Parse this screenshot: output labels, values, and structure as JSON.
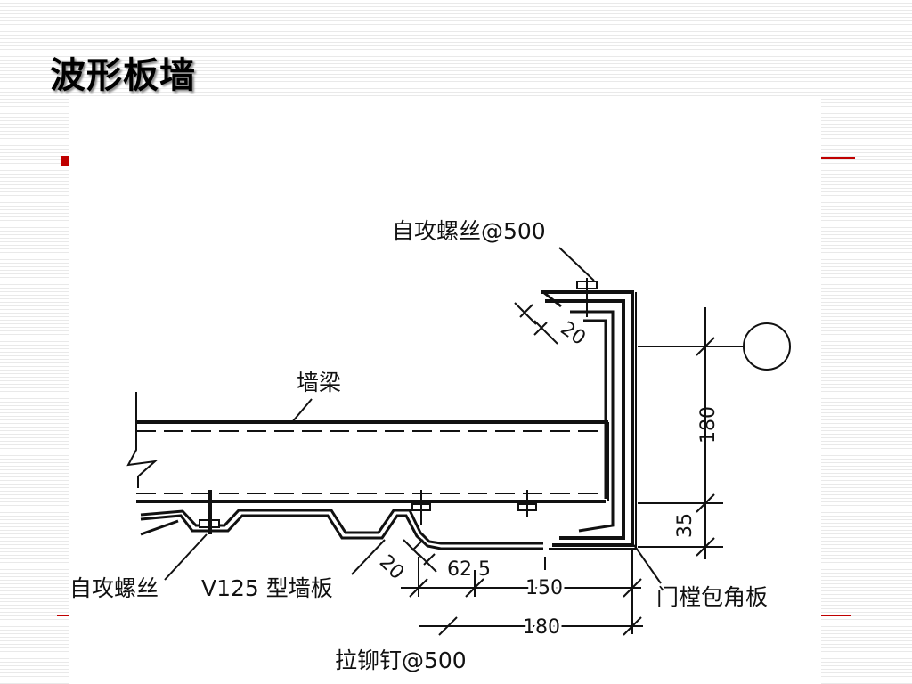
{
  "slide": {
    "title": "波形板墙"
  },
  "diagram": {
    "labels": {
      "top_screw": "自攻螺丝@500",
      "wall_beam": "墙梁",
      "bottom_screw": "自攻螺丝",
      "wall_panel": "V125 型墙板",
      "corner_trim": "门樘包角板",
      "rivet": "拉铆钉@500"
    },
    "dimensions": {
      "top_gap": "20",
      "height_main": "180",
      "height_base": "35",
      "bottom_gap": "20",
      "pitch": "62.5",
      "width_150": "150",
      "width_180": "180"
    }
  },
  "colors": {
    "accent": "#c00000",
    "line": "#111111"
  }
}
